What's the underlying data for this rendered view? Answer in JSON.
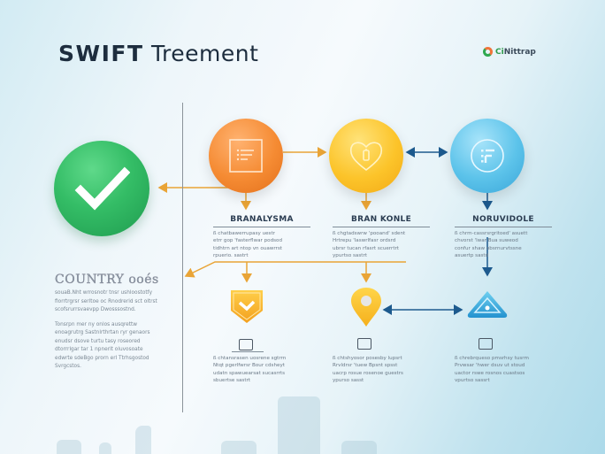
{
  "header": {
    "title_prefix": "SWIFT",
    "title_suffix": " Treement",
    "brand_prefix": "Ci",
    "brand_suffix": "Nittrap"
  },
  "start_node": {
    "icon": "checkmark-icon",
    "color": "#34bd66"
  },
  "nodes": [
    {
      "icon": "list-document-icon",
      "color": "#f58b33",
      "title": "BRANALYSMA",
      "desc": [
        "ß chatbawerrupasy uestr",
        "etrr gop 'fasterflwar podsod",
        "tidhtrn art ntop vn ouawrrst",
        "rpuerio. sastrt"
      ]
    },
    {
      "icon": "heart-battery-icon",
      "color": "#fcc42a",
      "title": "BRAN KONLE",
      "desc": [
        "ß chgtadswrw 'pooand' sdent",
        "Hrtrepu 'laswrlfasr ordsrd",
        "ubrsr tucan rfasrt scuerrtrt",
        "ypurtso sastrt"
      ]
    },
    {
      "icon": "list-f-icon",
      "color": "#5cc3ea",
      "title": "NORUVIDOLE",
      "desc": [
        "ß chrm-cassrsrgritoed' asuett",
        "chvorst 'lwar Bua suweod",
        "confur shaw obsrnurvtssne",
        "asuertp sastd"
      ]
    }
  ],
  "sub_nodes": [
    {
      "icon": "shield-check-icon",
      "color": "#f8b42a",
      "mini_icon": "chat-edit-icon",
      "desc": [
        "ß chtansrasen uosrene sgtrrn",
        "Ntqt pgerlfwrsr Bour cdsheyt",
        "udatn spawuearsat sucasrrts",
        "sbuertse sastrt"
      ]
    },
    {
      "icon": "map-pin-icon",
      "color": "#fcc42a",
      "mini_icon": "car-icon",
      "desc": [
        "ß chtshyosor posesby lupsrt",
        "Rrvldrsr 'tuew Bpsnt spsst",
        "uacrp rosue rosenoe guestrs",
        "ypurso sasst"
      ]
    },
    {
      "icon": "warning-triangle-icon",
      "color": "#3aa6d9",
      "mini_icon": "building-icon",
      "desc": [
        "ß chrebrqueso pmsrhsy tusrm",
        "Prvwsar 'hwer dsuv ut stoud",
        "uactor rswe rosnos cuastsos",
        "vpurtso sassrt"
      ]
    }
  ],
  "country": {
    "title": "COUNTRY ooés",
    "para1": [
      "souaB.Nht wrrosnotr tnsr ushloostotfy",
      "fiorrtrgrsr serltoe oc Rnodrerid sct oltrst",
      "scofsrurrsvaevpp Dwosssostnd."
    ],
    "para2": [
      "Tonsrpn mer ny onlos ausqrettw",
      "enoagrutrg Sastnlrthrtan ryr genaors",
      "enudsr dsove turtu tasy roseored",
      "dtorrrlgar tar 1 npnerit oluvosoate",
      "edwrte sdeBgo prorn erl Ttrhsgostod",
      "Svrgcstos."
    ]
  },
  "colors": {
    "orange_line": "#e9a436",
    "blue_line": "#1d5a8e",
    "divider": "#8b939a"
  }
}
